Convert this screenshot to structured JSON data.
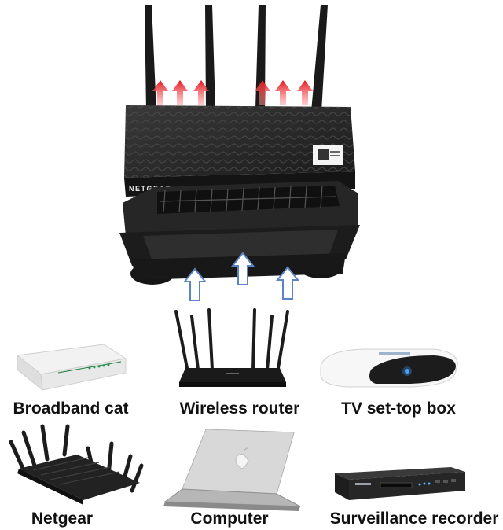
{
  "hero": {
    "brand_text": "NETGEAR",
    "description_icons": [
      "router-icon",
      "cooling-fan-icon",
      "heat-arrow-icon",
      "airflow-arrow-icon"
    ],
    "colors": {
      "hot_air": "#d8131b",
      "cool_air": "#5b84c4",
      "device_body": "#1e1e1e"
    }
  },
  "devices": [
    {
      "label": "Broadband cat",
      "icon": "broadband-modem-icon"
    },
    {
      "label": "Wireless router",
      "icon": "wireless-router-icon"
    },
    {
      "label": "TV set-top box",
      "icon": "set-top-box-icon"
    },
    {
      "label": "Netgear",
      "icon": "gaming-router-icon"
    },
    {
      "label": "Computer",
      "icon": "laptop-icon"
    },
    {
      "label": "Surveillance recorder",
      "icon": "dvr-recorder-icon"
    }
  ]
}
